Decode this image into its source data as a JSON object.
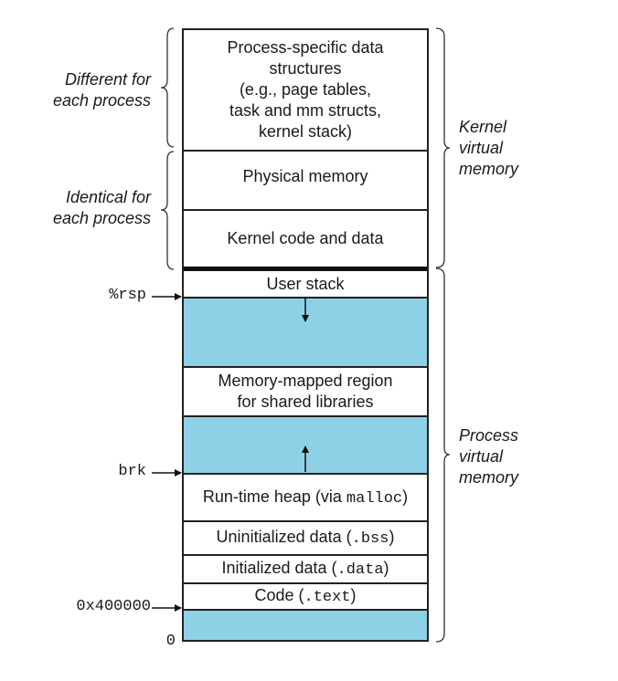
{
  "diagram": {
    "title": "Linux process virtual memory layout",
    "fill_color": "#8ed0e6",
    "segments": [
      {
        "id": "process-specific",
        "lines": [
          "Process-specific data",
          "structures",
          "(e.g., page tables,",
          "task and mm structs,",
          "kernel stack)"
        ]
      },
      {
        "id": "physical-memory",
        "lines": [
          "Physical memory"
        ]
      },
      {
        "id": "kernel-code",
        "lines": [
          "Kernel code and data"
        ]
      },
      {
        "id": "user-stack",
        "lines": [
          "User stack"
        ]
      },
      {
        "id": "gap-stack",
        "lines": []
      },
      {
        "id": "mmap-region",
        "lines": [
          "Memory-mapped region",
          "for shared libraries"
        ]
      },
      {
        "id": "gap-heap",
        "lines": []
      },
      {
        "id": "heap",
        "text": "Run-time heap (via ",
        "mono": "malloc",
        "suffix": ")"
      },
      {
        "id": "bss",
        "text": "Uninitialized data (",
        "mono": ".bss",
        "suffix": ")"
      },
      {
        "id": "data",
        "text": "Initialized data (",
        "mono": ".data",
        "suffix": ")"
      },
      {
        "id": "text",
        "text": "Code (",
        "mono": ".text",
        "suffix": ")"
      },
      {
        "id": "gap-bottom",
        "lines": []
      }
    ],
    "left_braces": [
      {
        "label_lines": [
          "Different for",
          "each process"
        ]
      },
      {
        "label_lines": [
          "Identical for",
          "each process"
        ]
      }
    ],
    "right_braces": [
      {
        "label_lines": [
          "Kernel",
          "virtual",
          "memory"
        ]
      },
      {
        "label_lines": [
          "Process",
          "virtual",
          "memory"
        ]
      }
    ],
    "pointers": [
      {
        "label": "%rsp"
      },
      {
        "label": "brk"
      },
      {
        "label": "0x400000"
      }
    ],
    "bottom_address": "0"
  }
}
